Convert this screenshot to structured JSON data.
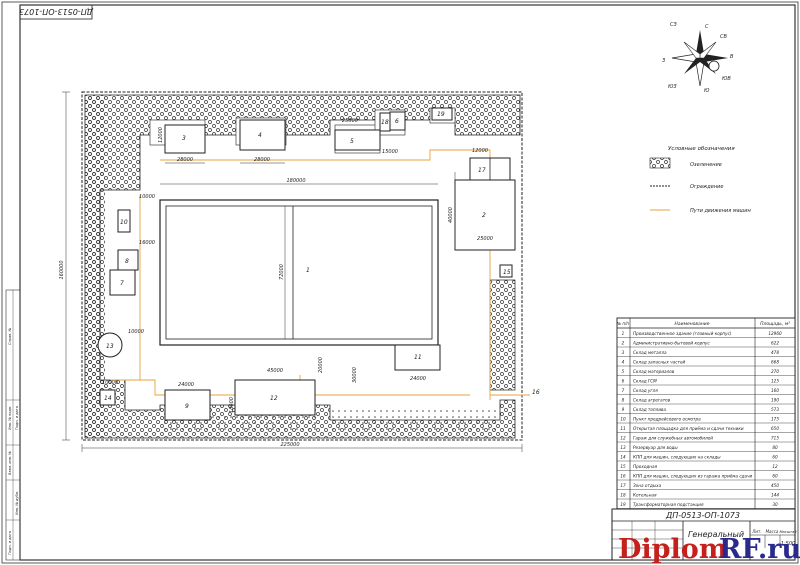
{
  "drawing_code": "ДП-0513-ОП-1073",
  "drawing_code_rotated": "ДП-0513-ОП-1073",
  "title_block": {
    "title": "Генеральный",
    "scale": "1:500",
    "stage": "Лит.",
    "mass": "Масса",
    "scale_label": "Масштаб"
  },
  "watermark": {
    "main": "Diplom",
    "suffix": "RF.ru"
  },
  "compass": {
    "n": "С",
    "ne": "СВ",
    "e": "В",
    "se": "ЮВ",
    "s": "Ю",
    "sw": "ЮЗ",
    "w": "З",
    "nw": "СЗ"
  },
  "legend": {
    "title": "Условные обозначения",
    "items": [
      {
        "label": "Озеленение"
      },
      {
        "label": "Ограждение"
      },
      {
        "label": "Пути движения машин"
      }
    ]
  },
  "dimensions": {
    "site_width": "225000",
    "site_height": "160000",
    "building_width": "180000",
    "building_height": "72000",
    "d1": "28000",
    "d2": "28000",
    "d3": "25000",
    "d4": "15000",
    "d5": "12000",
    "d6": "40000",
    "d7": "25000",
    "d8": "10000",
    "d9": "16000",
    "d10": "24000",
    "d11": "45000",
    "d12": "24000",
    "d13": "10000",
    "d14": "10000",
    "d15": "20000",
    "d16": "30000",
    "d17": "18000",
    "d18": "12000"
  },
  "buildings": [
    "1",
    "2",
    "3",
    "4",
    "5",
    "6",
    "7",
    "8",
    "9",
    "10",
    "11",
    "12",
    "13",
    "14",
    "15",
    "16",
    "17",
    "18",
    "19"
  ],
  "table": {
    "headers": [
      "№ п/п",
      "Наименование",
      "Площадь, м²"
    ],
    "rows": [
      [
        "1",
        "Производственное здание (главный корпус)",
        "12960"
      ],
      [
        "2",
        "Административно-бытовой корпус",
        "622"
      ],
      [
        "3",
        "Склад металла",
        "478"
      ],
      [
        "4",
        "Склад запасных частей",
        "668"
      ],
      [
        "5",
        "Склад материалов",
        "270"
      ],
      [
        "6",
        "Склад ГСМ",
        "125"
      ],
      [
        "7",
        "Склад угля",
        "160"
      ],
      [
        "8",
        "Склад агрегатов",
        "190"
      ],
      [
        "9",
        "Склад топлива",
        "573"
      ],
      [
        "10",
        "Пункт предрейсового осмотра",
        "175"
      ],
      [
        "11",
        "Открытая площадка для приёма и сдачи техники",
        "650"
      ],
      [
        "12",
        "Гараж для служебных автомобилей",
        "715"
      ],
      [
        "13",
        "Резервуар для воды",
        "80"
      ],
      [
        "14",
        "КПП для машин, следующих на склады",
        "60"
      ],
      [
        "15",
        "Проходная",
        "12"
      ],
      [
        "16",
        "КПП для машин, следующих из гаража приёма сдачи",
        "60"
      ],
      [
        "17",
        "Зона отдыха",
        "450"
      ],
      [
        "18",
        "Котельная",
        "144"
      ],
      [
        "19",
        "Трансформаторная подстанция",
        "30"
      ]
    ]
  },
  "side_stamps": [
    "Инв. № подл.",
    "Подп. и дата",
    "Взам. инв. №",
    "Инв. № дубл.",
    "Подп. и дата",
    "Справ. №",
    "Перв. примен."
  ]
}
